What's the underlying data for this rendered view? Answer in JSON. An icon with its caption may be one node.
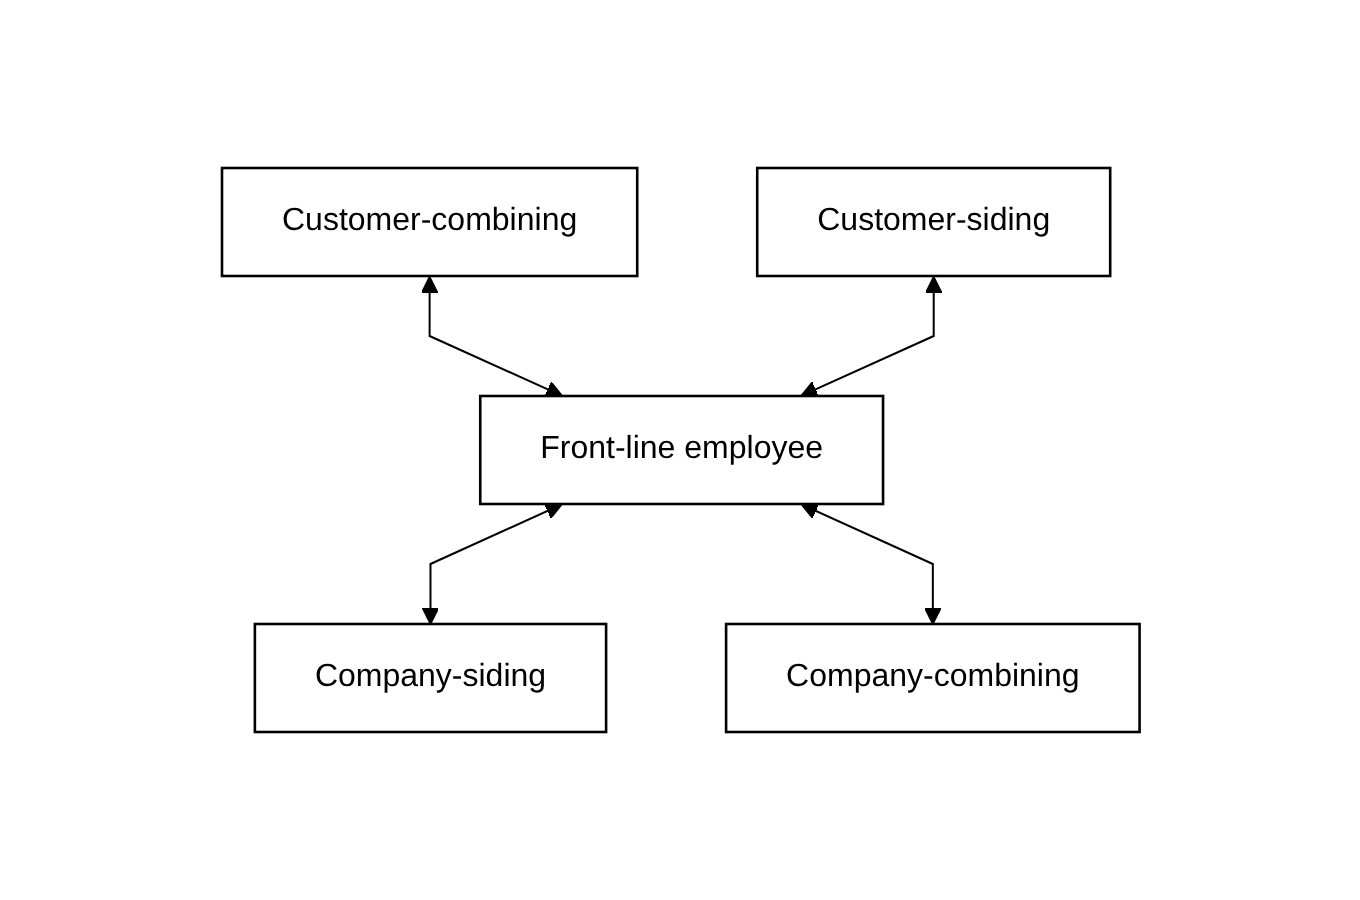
{
  "diagram": {
    "nodes": [
      {
        "text": [
          "Customer-combining"
        ]
      },
      {
        "text": [
          "Customer-siding"
        ]
      },
      {
        "text": [
          "Front-line employee"
        ]
      },
      {
        "text": [
          "Company-siding"
        ]
      },
      {
        "text": [
          "Company-combining"
        ]
      }
    ],
    "edges": [
      {
        "from": 0,
        "to": 2,
        "arrow": "both"
      },
      {
        "from": 1,
        "to": 2,
        "arrow": "both"
      },
      {
        "from": 2,
        "to": 3,
        "arrow": "both"
      },
      {
        "from": 2,
        "to": 4,
        "arrow": "both"
      }
    ]
  }
}
